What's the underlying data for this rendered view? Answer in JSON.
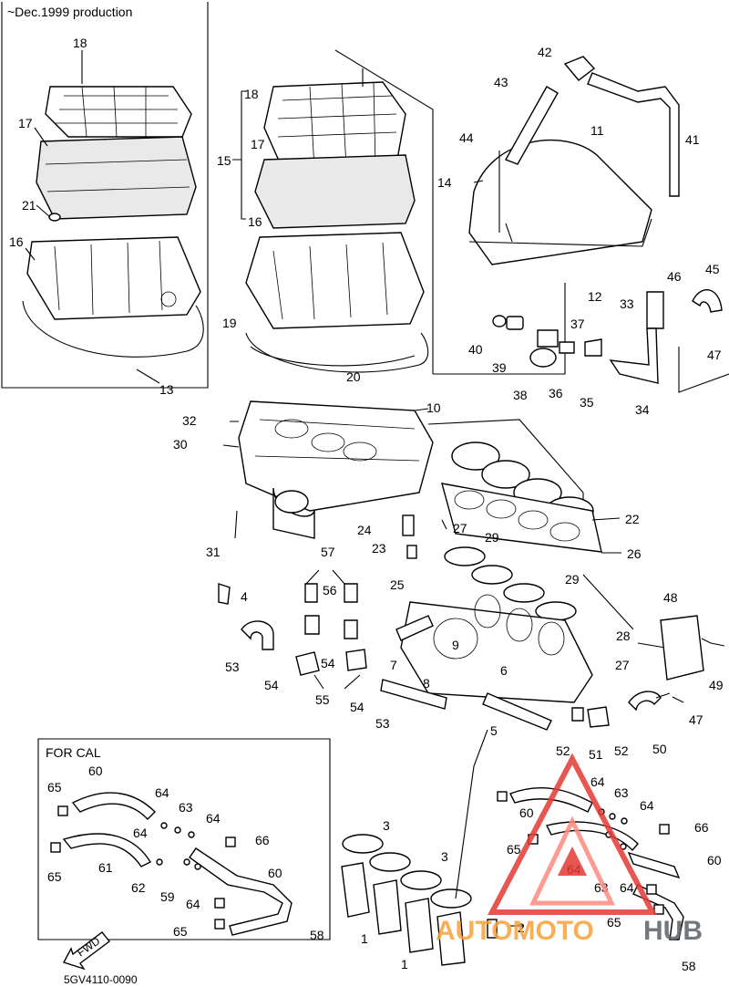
{
  "header": {
    "production_note": "~Dec.1999 production"
  },
  "inset": {
    "title": "FOR CAL"
  },
  "fwd_label": "FWD",
  "diagram_code": "5GV4110-0090",
  "watermark": {
    "part1": "AUTOMOTO",
    "part2": "HUB",
    "colors": {
      "red": "#e53935",
      "pink": "#ff8a80",
      "orange": "#f7a23b",
      "gray": "#5a6268"
    }
  },
  "callouts": {
    "n1a": "1",
    "n1b": "1",
    "n2": "2",
    "n3a": "3",
    "n3b": "3",
    "n4": "4",
    "n5": "5",
    "n6": "6",
    "n7": "7",
    "n8": "8",
    "n9": "9",
    "n10": "10",
    "n11": "11",
    "n12": "12",
    "n13": "13",
    "n14": "14",
    "n15": "15",
    "n16a": "16",
    "n16b": "16",
    "n17a": "17",
    "n17b": "17",
    "n18a": "18",
    "n18b": "18",
    "n19": "19",
    "n20": "20",
    "n21": "21",
    "n22": "22",
    "n23": "23",
    "n24": "24",
    "n25": "25",
    "n26": "26",
    "n27a": "27",
    "n27b": "27",
    "n28": "28",
    "n29a": "29",
    "n29b": "29",
    "n30": "30",
    "n31": "31",
    "n32": "32",
    "n33": "33",
    "n34": "34",
    "n35": "35",
    "n36": "36",
    "n37": "37",
    "n38": "38",
    "n39": "39",
    "n40": "40",
    "n41": "41",
    "n42": "42",
    "n43": "43",
    "n44": "44",
    "n45": "45",
    "n46": "46",
    "n47a": "47",
    "n47b": "47",
    "n48": "48",
    "n49": "49",
    "n50": "50",
    "n51": "51",
    "n52a": "52",
    "n52b": "52",
    "n53a": "53",
    "n53b": "53",
    "n54a": "54",
    "n54b": "54",
    "n54c": "54",
    "n55": "55",
    "n56": "56",
    "n57": "57",
    "n58a": "58",
    "n58b": "58",
    "n59": "59",
    "n60a": "60",
    "n60b": "60",
    "n60c": "60",
    "n60d": "60",
    "n61": "61",
    "n62": "62",
    "n63a": "63",
    "n63b": "63",
    "n63c": "63",
    "n64a": "64",
    "n64b": "64",
    "n64c": "64",
    "n64d": "64",
    "n64e": "64",
    "n64f": "64",
    "n64g": "64",
    "n65a": "65",
    "n65b": "65",
    "n65c": "65",
    "n65d": "65",
    "n65e": "65",
    "n66a": "66",
    "n66b": "66"
  }
}
